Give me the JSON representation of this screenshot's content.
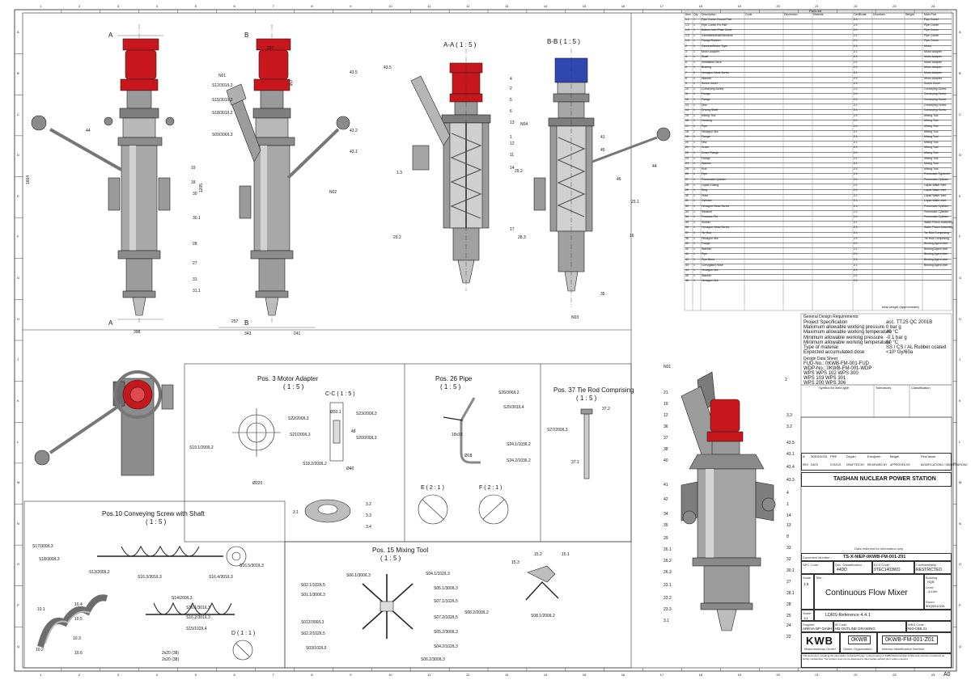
{
  "grid": {
    "top_numbers": [
      "1",
      "2",
      "3",
      "4",
      "5",
      "6",
      "7",
      "8",
      "9",
      "10",
      "11",
      "12",
      "13",
      "14",
      "15",
      "16",
      "17",
      "18",
      "19",
      "20",
      "21",
      "22",
      "23",
      "24"
    ],
    "side_letters": [
      "A",
      "B",
      "C",
      "D",
      "E",
      "F",
      "G",
      "H",
      "J",
      "K",
      "L",
      "M",
      "N",
      "O",
      "P",
      "Q"
    ]
  },
  "views": {
    "section_aa": "A-A ( 1 : 5 )",
    "section_bb": "B-B ( 1 : 5 )",
    "front_cut_marker": "A",
    "side_cut_marker": "B",
    "nozzles": [
      "N01",
      "N02",
      "N03",
      "N04"
    ],
    "front_dims": {
      "width": "398",
      "height": "1664",
      "side": "1205",
      "top": "457"
    },
    "side_dims": {
      "left": "257",
      "bottom_left": "343",
      "bottom_right": "241",
      "top": "207"
    }
  },
  "panels": {
    "pos3": {
      "title": "Pos. 3  Motor Adapter",
      "scale": "( 1 : 5 )",
      "section": "C-C ( 1 : 5 )"
    },
    "pos26": {
      "title": "Pos. 26 Pipe",
      "scale": "( 1 : 5 )",
      "detail_e": "E ( 2 : 1 )",
      "detail_f": "F ( 2 : 1 )"
    },
    "pos37": {
      "title": "Pos. 37 Tie Rod Comprising",
      "scale": "( 1 : 5 )"
    },
    "pos10": {
      "title": "Pos.10  Conveying Screw with Shaft",
      "scale": "( 1 : 5 )",
      "detail_d": "D ( 1 : 1 )"
    },
    "pos15": {
      "title": "Pos. 15  Mixing Tool",
      "scale": "( 1 : 5 )"
    }
  },
  "callouts": {
    "main_left": [
      "44",
      "19",
      "18",
      "30",
      "30.1",
      "28",
      "27",
      "31",
      "31.1"
    ],
    "main_mid_left": [
      "S12/301/L2",
      "S15/301/L2",
      "S18/301/L2",
      "S09/306/L3",
      "43.2",
      "43.1",
      "43.5"
    ],
    "section_aa": [
      "43.5",
      "4",
      "2",
      "5",
      "6",
      "13",
      "1",
      "12",
      "11",
      "14",
      "17",
      "29.2",
      "28.3",
      "1.3"
    ],
    "section_bb": [
      "41",
      "45",
      "44",
      "46",
      "23.1",
      "16",
      "35",
      "29.2"
    ],
    "pos3_welds": [
      "S19.1/200/L2",
      "S22/200/L3",
      "S21/200/L3",
      "S23/200/L3",
      "S20/200/L3",
      "S18.2/200/L2"
    ],
    "pos3_dims": [
      "Ø33.1",
      "Ø40",
      "Ø220",
      "48"
    ],
    "pos26_welds": [
      "S26/306/L2",
      "S25/301/L4",
      "S24.1/103/L2",
      "S24.2/103/L2"
    ],
    "pos26_dims": [
      "18x15",
      "Ø18"
    ],
    "pos37_welds": [
      "S27/200/L3"
    ],
    "pos37_labels": [
      "37.1",
      "37.2"
    ],
    "pos10_welds": [
      "S17/300/L3",
      "S18/300/L3",
      "S13/200/L2",
      "S16.3/301/L3",
      "S16.5/301/L3",
      "S16.4/301/L3",
      "S14/200/L3",
      "S16.1/301/L3",
      "S15/102/L4",
      "S16.2/301/L3"
    ],
    "pos10_dims": [
      "2x20 (38)",
      "2x20 (38)"
    ],
    "pos10_parts": [
      "10.1",
      "10.2",
      "10.3",
      "10.4",
      "10.5",
      "10.6"
    ],
    "pos15_welds": [
      "S06.1/300/L3",
      "S02.1/102/L5",
      "S01.1/300/L3",
      "S012/300/L3",
      "S02.2/102/L5",
      "S03/102/L5",
      "S04.1/102/L3",
      "S05.1/300/L3",
      "S07.1/102/L5",
      "S07.2/102/L5",
      "S05.2/300/L3",
      "S04.2/102/L3",
      "S06.2/300/L3",
      "S08.1/200/L2",
      "S08.2/200/L2"
    ],
    "pos15_parts": [
      "15.1",
      "15.2",
      "15.3"
    ],
    "pos3_parts": [
      "3.1",
      "3.2",
      "3.3",
      "3.4"
    ],
    "iso_right": [
      "2",
      "3.3",
      "3.2",
      "43.5",
      "43.1",
      "43.4",
      "43.3",
      "4",
      "1",
      "14",
      "13",
      "8",
      "33",
      "32",
      "30.1",
      "27",
      "28.1",
      "28",
      "25",
      "24",
      "22",
      "21",
      "19",
      "12",
      "36",
      "37",
      "38",
      "40",
      "41",
      "42",
      "34",
      "35",
      "29",
      "26.1",
      "26.2",
      "26.3",
      "23.1",
      "23.2",
      "23.3",
      "3.1"
    ]
  },
  "design": {
    "heading": "General Design Requirements:",
    "rows": [
      {
        "label": "Project Specification",
        "value": "acc. TT.25 QC 2001B"
      },
      {
        "label": "Maximum allowable working pressure",
        "value": "0 bar g"
      },
      {
        "label": "Maximum allowable working temperature",
        "value": "40 °C"
      },
      {
        "label": "Minimum allowable working pressure",
        "value": "-0.1 bar g"
      },
      {
        "label": "Minimum allowable working temperature",
        "value": "10 °C"
      },
      {
        "label": "Type of material",
        "value": "SS / CS / AL Rubber coated"
      },
      {
        "label": "Expected accumulated dose",
        "value": "<10³ Gy/60a"
      }
    ],
    "datasheet_heading": "Design Data Sheet",
    "datasheet_lines": [
      "FUD-No.: 0KWB-FM-001-FUD",
      "WDP-No.: 0KWB-FM-001-WDP",
      "WPS   WPS 102    WPS 300",
      "      WPS 103    WPS 301",
      "      WPS 200    WPS 306"
    ],
    "symbol_heading": "Symbol for weld type",
    "tolerances_heading": "Tolerances",
    "classification_heading": "Classification"
  },
  "revision": {
    "rev": "A",
    "date": "30/03/2015",
    "status": "PRE",
    "drafted": "Duyan",
    "reviewed": "Ertuğrum",
    "approved": "Beigel",
    "remark": "First issue",
    "headers": [
      "REV",
      "DATE",
      "STATUS",
      "DRAFTED BY",
      "REVIEWED BY",
      "APPROVED BY",
      "MODIFICATIONS / OBSERVATIONS"
    ]
  },
  "titleblock": {
    "station": "TAISHAN NUCLEAR POWER STATION",
    "confidential_note": "Data reserved for information only",
    "document_number_label": "Document Number :",
    "document_number": "TS-X-NIEP-0KWB-FM-001-Z01",
    "npc_label": "NPC Code :",
    "doc_class_label": "Doc. Classification :",
    "doc_class": "44DD",
    "ecs_label": "ECS Code :",
    "ecs": "9TEC1403WO",
    "conf_label": "Confidentiality :",
    "conf": "RESTRICTED",
    "scale_label": "Scale",
    "scale": "1:5",
    "title_label": "Title :",
    "title": "Continuous Flow Mixer",
    "building_label": "Building",
    "building": "HQB",
    "level_label": "Level",
    "level": "-6.10m",
    "room_label": "Room",
    "room": "9HQB0102ZL",
    "sheet_label": "Sheet",
    "sheet": "1/1",
    "ldrs": "LDRS-Reference 4.4.1",
    "supplier_label": "Supplier",
    "supplier": "AREVA NP GmbH",
    "ib_label": "IB Code",
    "ib": "HB OUTLINE DRAWING",
    "wbs_label": "WBS Code :",
    "wbs": "NI0-CB5.21",
    "kwb_logo": "KWB",
    "kwb_sub": "Maschinenbau GmbH",
    "owner_code": "0KWB",
    "owner_label": "Owner Organization",
    "internal_id": "0KWB-FM-001-Z01",
    "internal_label": "Internal Identification Number",
    "footer_note": "This document, including the information contained herein, is the property of KWB Maschinenbau GmbH and must be considered as strictly confidential. The content must not be disclosed to third parties without prior written consent.",
    "sheet_size": "A0"
  },
  "parts_list": {
    "heading": "Parts list",
    "headers": [
      "Item",
      "Qty",
      "Description",
      "Code",
      "Dimension",
      "Material",
      "Certificate",
      "Uncertain",
      "Weight",
      "Main Part"
    ],
    "rows": [
      [
        "1.1",
        "1",
        "Pipe Comm Round Part",
        "",
        "",
        "",
        "2.1",
        "",
        "",
        "Pipe Comm"
      ],
      [
        "1.2",
        "1",
        "Pipe Comm Fix Part",
        "",
        "",
        "",
        "2.1",
        "",
        "",
        "Pipe Comm"
      ],
      [
        "1.3",
        "1",
        "Bottom Intel Plate Circle",
        "",
        "",
        "",
        "2.1",
        "",
        "",
        "Pipe Comm"
      ],
      [
        "1.4",
        "1",
        "Geometrie/Bolt/Schwenk",
        "",
        "",
        "",
        "2.1",
        "",
        "",
        "Pipe Comm"
      ],
      [
        "1.5",
        "1",
        "Flange/Stutzen",
        "",
        "",
        "",
        "2.1",
        "",
        "",
        "Pipe Comm"
      ],
      [
        "2",
        "1",
        "Gearbox/Motor Type",
        "",
        "",
        "",
        "2.1",
        "",
        "",
        "Motor"
      ],
      [
        "3",
        "1",
        "Motor Adapter",
        "",
        "",
        "",
        "2.1",
        "",
        "",
        "Motor Adapter"
      ],
      [
        "4",
        "1",
        "Shaft",
        "",
        "",
        "",
        "2.1",
        "",
        "",
        "Motor Adapter"
      ],
      [
        "5",
        "1",
        "Ventilation Strut",
        "",
        "",
        "",
        "2.1",
        "",
        "",
        "Motor Adapter"
      ],
      [
        "6",
        "1",
        "Bearing",
        "",
        "",
        "",
        "2.1",
        "",
        "",
        "Motor Adapter"
      ],
      [
        "7",
        "2",
        "Hexagon Head Screw",
        "",
        "",
        "",
        "2.1",
        "",
        "",
        "Motor Adapter"
      ],
      [
        "8",
        "1",
        "Washer",
        "",
        "",
        "",
        "2.1",
        "",
        "",
        "Motor Adapter"
      ],
      [
        "9",
        "1",
        "Screw Cover",
        "",
        "",
        "",
        "2.1",
        "",
        "",
        "Screw Cover"
      ],
      [
        "10",
        "1",
        "Conveying Screw",
        "",
        "",
        "",
        "2.1",
        "",
        "",
        "Conveying Screw"
      ],
      [
        "11",
        "1",
        "Flange",
        "",
        "",
        "",
        "2.1",
        "",
        "",
        "Conveying Screw"
      ],
      [
        "12",
        "1",
        "Flange",
        "",
        "",
        "",
        "2.1",
        "",
        "",
        "Conveying Screw"
      ],
      [
        "13",
        "1",
        "Disc",
        "",
        "",
        "",
        "2.1",
        "",
        "",
        "Conveying Screw"
      ],
      [
        "14",
        "1",
        "Driving Shaft",
        "",
        "",
        "",
        "2.1",
        "",
        "",
        "Conveying Screw"
      ],
      [
        "15",
        "1",
        "Mixing Tool",
        "",
        "",
        "",
        "2.1",
        "",
        "",
        "Mixing Tool"
      ],
      [
        "16",
        "1",
        "Housing",
        "",
        "",
        "",
        "2.1",
        "",
        "",
        "Mixing Tool"
      ],
      [
        "17",
        "1",
        "Pipe",
        "",
        "",
        "",
        "2.1",
        "",
        "",
        "Mixing Tool"
      ],
      [
        "18",
        "2",
        "Hexagon Nut",
        "",
        "",
        "",
        "2.1",
        "",
        "",
        "Mixing Tool"
      ],
      [
        "19",
        "1",
        "Flange",
        "",
        "",
        "",
        "2.1",
        "",
        "",
        "Mixing Tool"
      ],
      [
        "20",
        "1",
        "Disc",
        "",
        "",
        "",
        "2.1",
        "",
        "",
        "Mixing Tool"
      ],
      [
        "21",
        "1",
        "Cover",
        "",
        "",
        "",
        "2.1",
        "",
        "",
        "Mixing Tool"
      ],
      [
        "22",
        "1",
        "Cover Flange",
        "",
        "",
        "",
        "2.1",
        "",
        "",
        "Mixing Tool"
      ],
      [
        "23",
        "1",
        "Flange",
        "",
        "",
        "",
        "2.1",
        "",
        "",
        "Mixing Tool"
      ],
      [
        "24",
        "1",
        "Washer",
        "",
        "",
        "",
        "2.1",
        "",
        "",
        "Mixing Tool"
      ],
      [
        "25",
        "1",
        "Rod",
        "",
        "",
        "",
        "2.1",
        "",
        "",
        "Mixing Tool"
      ],
      [
        "26",
        "1",
        "Pipe",
        "",
        "",
        "",
        "2.1",
        "",
        "",
        "Pneumatic Tightener"
      ],
      [
        "27",
        "1",
        "Pneumatic Cylinder",
        "",
        "",
        "",
        "2.1",
        "",
        "",
        "Pneumatic Cylinder"
      ],
      [
        "28",
        "1",
        "Liquid Dosing",
        "",
        "",
        "",
        "2.1",
        "",
        "",
        "Liquid Water Inlet"
      ],
      [
        "29",
        "1",
        "Ring",
        "",
        "",
        "",
        "2.1",
        "",
        "",
        "Liquid Water Inlet"
      ],
      [
        "30",
        "1",
        "Hose",
        "",
        "",
        "",
        "2.1",
        "",
        "",
        "Liquid Water Inlet"
      ],
      [
        "31",
        "1",
        "Cylinder",
        "",
        "",
        "",
        "2.1",
        "",
        "",
        "Liquid Water Inlet"
      ],
      [
        "32",
        "1",
        "Hexagon Head Screw",
        "",
        "",
        "",
        "2.1",
        "",
        "",
        "Pneumatic Cylinder"
      ],
      [
        "33",
        "1",
        "Retainer",
        "",
        "",
        "",
        "2.1",
        "",
        "",
        "Pneumatic Cylinder"
      ],
      [
        "34",
        "1",
        "Pressure Pin",
        "",
        "",
        "",
        "2.1",
        "",
        "",
        "Pneumatic Cylinder"
      ],
      [
        "35",
        "1",
        "Socket",
        "",
        "",
        "",
        "2.1",
        "",
        "",
        "Water Piston Assembly"
      ],
      [
        "36",
        "1",
        "Hexagon Head Screw",
        "",
        "",
        "",
        "2.1",
        "",
        "",
        "Water Piston Assembly"
      ],
      [
        "37",
        "1",
        "Tie Rod",
        "",
        "",
        "",
        "2.1",
        "",
        "",
        "Tie Rod Comprising"
      ],
      [
        "38",
        "1",
        "Hexagon Nut",
        "",
        "",
        "",
        "2.1",
        "",
        "",
        "Tie Rod Comprising"
      ],
      [
        "39",
        "1",
        "Flange",
        "",
        "",
        "",
        "2.1",
        "",
        "",
        "Binding Agent Inlet"
      ],
      [
        "40",
        "1",
        "Washer",
        "",
        "",
        "",
        "2.1",
        "",
        "",
        "Binding Agent Inlet"
      ],
      [
        "41",
        "1",
        "Pipe",
        "",
        "",
        "",
        "2.1",
        "",
        "",
        "Binding Agent Inlet"
      ],
      [
        "42",
        "1",
        "Pipe Bend",
        "",
        "",
        "",
        "2.1",
        "",
        "",
        "Binding Agent Inlet"
      ],
      [
        "43",
        "1",
        "Corrugated Hose",
        "",
        "",
        "",
        "2.1",
        "",
        "",
        "Binding Agent Inlet"
      ],
      [
        "44",
        "1",
        "Hexagon Nut",
        "",
        "",
        "",
        "2.1",
        "",
        "",
        ""
      ],
      [
        "45",
        "1",
        "Washer",
        "",
        "",
        "",
        "2.1",
        "",
        "",
        ""
      ],
      [
        "46",
        "1",
        "Hexagon Nut",
        "",
        "",
        "",
        "2.1",
        "",
        "",
        ""
      ]
    ],
    "total_label": "total weight (approximate)"
  }
}
